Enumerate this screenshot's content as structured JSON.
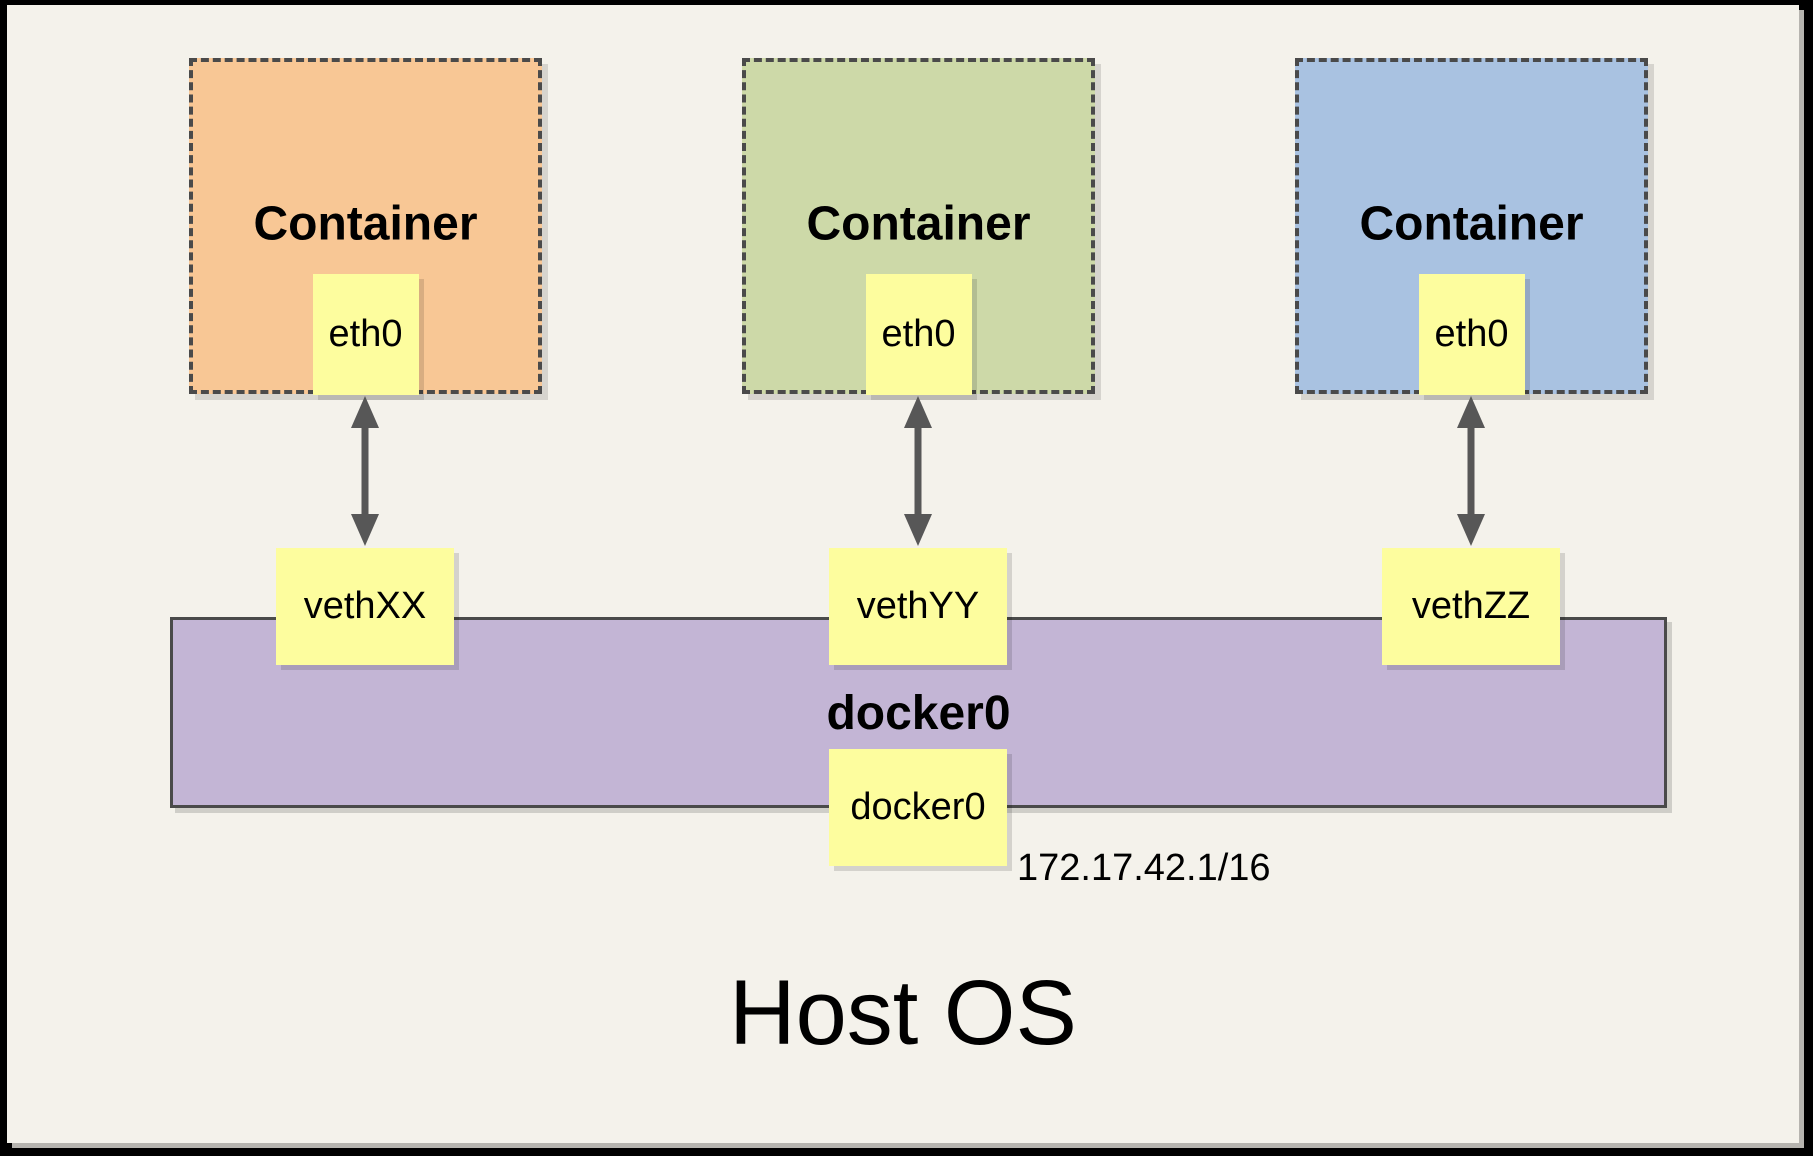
{
  "diagram": {
    "host_label": "Host OS",
    "bridge": {
      "name": "docker0",
      "interface": "docker0",
      "subnet": "172.17.42.1/16",
      "fill": "#c3b5d5"
    },
    "containers": [
      {
        "label": "Container",
        "interface": "eth0",
        "veth": "vethXX",
        "fill": "#f8c795"
      },
      {
        "label": "Container",
        "interface": "eth0",
        "veth": "vethYY",
        "fill": "#cdd9a8"
      },
      {
        "label": "Container",
        "interface": "eth0",
        "veth": "vethZZ",
        "fill": "#a9c2e1"
      }
    ],
    "colors": {
      "background": "#f4f2eb",
      "frame": "#000000",
      "note_fill": "#fdfd9e",
      "dashed_border": "#4a4a4a",
      "arrow": "#575757"
    }
  }
}
